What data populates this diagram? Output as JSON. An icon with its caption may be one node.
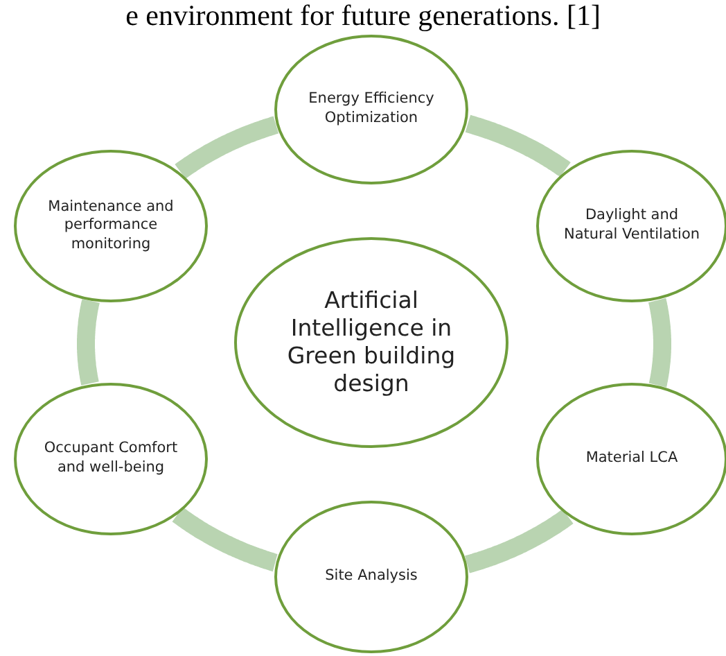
{
  "diagram": {
    "nodes": [
      {
        "text": [
          "Energy Efficiency Optimization"
        ]
      },
      {
        "text": [
          "Maintenance and performance monitoring"
        ]
      },
      {
        "text": [
          "Daylight and Natural Ventilation"
        ]
      },
      {
        "text": [
          "Artificial Intelligence in Green building design"
        ]
      },
      {
        "text": [
          "Occupant Comfort and well-being"
        ]
      },
      {
        "text": [
          "Material LCA"
        ]
      },
      {
        "text": [
          "Site Analysis"
        ]
      }
    ],
    "edges": [
      {
        "from": 0,
        "to": 2,
        "arrow": "none"
      },
      {
        "from": 2,
        "to": 5,
        "arrow": "none"
      },
      {
        "from": 5,
        "to": 6,
        "arrow": "none"
      },
      {
        "from": 6,
        "to": 4,
        "arrow": "none"
      },
      {
        "from": 4,
        "to": 1,
        "arrow": "none"
      },
      {
        "from": 1,
        "to": 0,
        "arrow": "none"
      }
    ],
    "labels": [
      "e environment for future generations. [1]"
    ]
  }
}
